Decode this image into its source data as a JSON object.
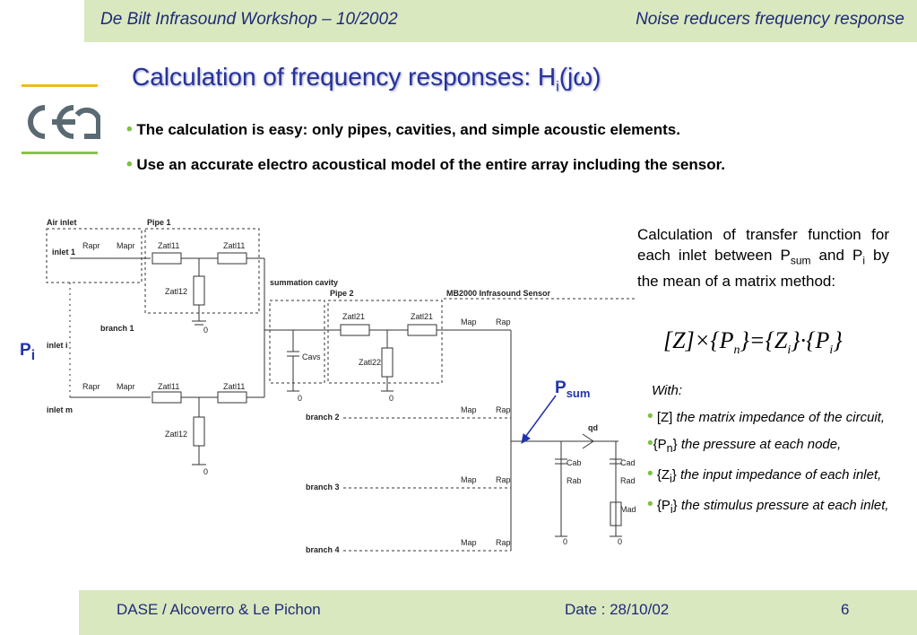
{
  "header": {
    "left": "De Bilt Infrasound Workshop – 10/2002",
    "right": "Noise reducers frequency response"
  },
  "title": {
    "main": "Calculation of frequency responses: H",
    "sub": "i",
    "tail": "(jω)"
  },
  "bullets": [
    "The calculation is easy: only pipes, cavities, and simple acoustic elements.",
    "Use an accurate electro acoustical model of the entire array including the sensor."
  ],
  "calc": {
    "t1": "Calculation of transfer function for each inlet between P",
    "s1": "sum",
    "t2": " and P",
    "s2": "i",
    "t3": " by the mean of a matrix method:"
  },
  "formula": {
    "z": "[Z]",
    "times": "×",
    "pn": "{P",
    "n": "n",
    "eq": "}={Z",
    "i1": "i",
    "dot": "}·{P",
    "i2": "i",
    "end": "}"
  },
  "with": "With:",
  "items": [
    {
      "sym": "[Z]",
      "text": "the matrix impedance of the circuit,"
    },
    {
      "sym": "{P",
      "sub": "n",
      "close": "}",
      "text": "the pressure at each node,"
    },
    {
      "sym": "{Z",
      "sub": "i",
      "close": "}",
      "text": "the input impedance of each inlet,"
    },
    {
      "sym": "{P",
      "sub": "i",
      "close": "}",
      "text": "the stimulus pressure at each inlet,"
    }
  ],
  "labels": {
    "pi_main": "P",
    "pi_sub": "i",
    "psum_main": "P",
    "psum_sub": "sum"
  },
  "circuit": {
    "air_inlet": "Air inlet",
    "pipe1": "Pipe 1",
    "inlet1": "inlet 1",
    "rapr": "Rapr",
    "mapr": "Mapr",
    "zatl11": "Zatl11",
    "zatl12": "Zatl12",
    "branch1": "branch 1",
    "inlet_i": "inlet i",
    "inlet_m": "inlet m",
    "summation": "summation cavity",
    "pipe2": "Pipe 2",
    "zatl21": "Zatl21",
    "zatl22": "Zatl22",
    "cavs": "Cavs",
    "mb2000": "MB2000 Infrasound Sensor",
    "map": "Map",
    "rap": "Rap",
    "branch2": "branch 2",
    "branch3": "branch 3",
    "branch4": "branch 4",
    "qd": "qd",
    "cab": "Cab",
    "rab": "Rab",
    "cad": "Cad",
    "rad": "Rad",
    "mad": "Mad",
    "zero": "0"
  },
  "footer": {
    "authors": "DASE / Alcoverro & Le Pichon",
    "date": "Date : 28/10/02",
    "page": "6"
  },
  "colors": {
    "accent": "#27329a",
    "bullet": "#7cc142",
    "band": "#d9e8bf"
  }
}
